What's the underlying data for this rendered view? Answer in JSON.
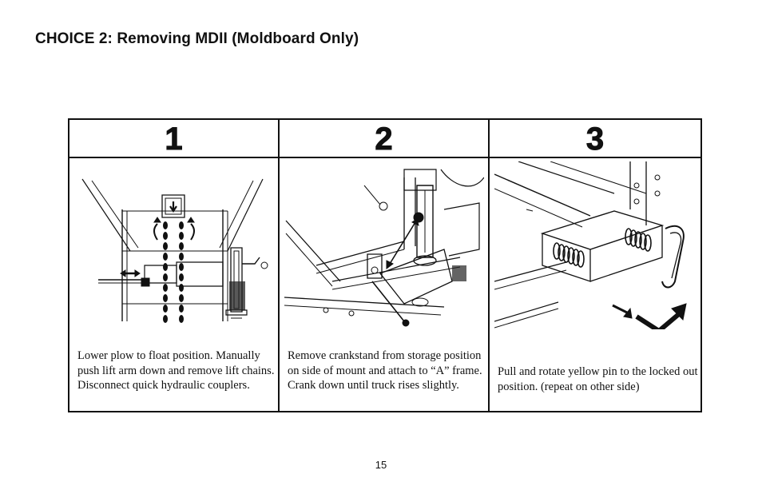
{
  "page": {
    "title": "CHOICE 2: Removing MDII (Moldboard Only)",
    "page_number": "15"
  },
  "steps": [
    {
      "number": "1",
      "illustration": "plow-lift-arm-chains-illustration",
      "text": "Lower plow to float position. Manually push lift arm down and remove lift chains.  Disconnect quick hydraulic couplers."
    },
    {
      "number": "2",
      "illustration": "crankstand-a-frame-illustration",
      "text": "Remove crankstand from storage position on side of mount and attach to “A” frame.  Crank down  until truck rises slightly."
    },
    {
      "number": "3",
      "illustration": "yellow-pin-locked-out-illustration",
      "text": "Pull and rotate yellow pin to the locked out position. (repeat on other side)"
    }
  ]
}
